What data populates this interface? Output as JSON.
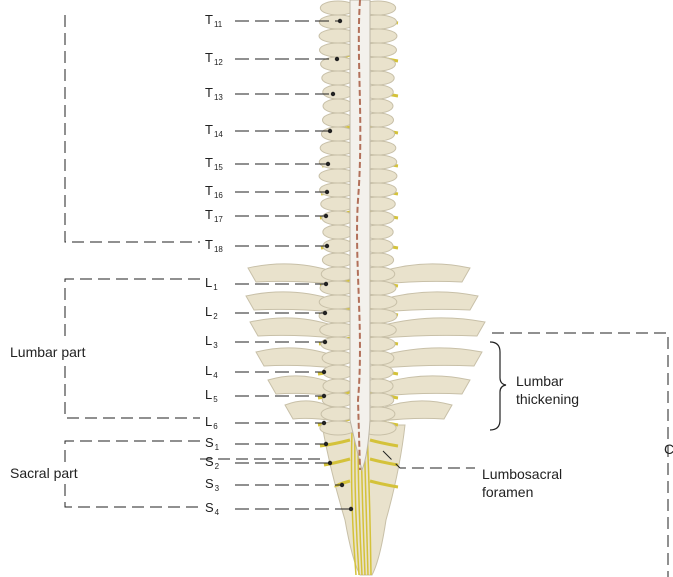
{
  "figure": {
    "vertebra_labels": [
      {
        "id": "T11",
        "letter": "T",
        "num": "11"
      },
      {
        "id": "T12",
        "letter": "T",
        "num": "12"
      },
      {
        "id": "T13",
        "letter": "T",
        "num": "13"
      },
      {
        "id": "T14",
        "letter": "T",
        "num": "14"
      },
      {
        "id": "T15",
        "letter": "T",
        "num": "15"
      },
      {
        "id": "T16",
        "letter": "T",
        "num": "16"
      },
      {
        "id": "T17",
        "letter": "T",
        "num": "17"
      },
      {
        "id": "T18",
        "letter": "T",
        "num": "18"
      },
      {
        "id": "L1",
        "letter": "L",
        "num": "1"
      },
      {
        "id": "L2",
        "letter": "L",
        "num": "2"
      },
      {
        "id": "L3",
        "letter": "L",
        "num": "3"
      },
      {
        "id": "L4",
        "letter": "L",
        "num": "4"
      },
      {
        "id": "L5",
        "letter": "L",
        "num": "5"
      },
      {
        "id": "L6",
        "letter": "L",
        "num": "6"
      },
      {
        "id": "S1",
        "letter": "S",
        "num": "1"
      },
      {
        "id": "S2",
        "letter": "S",
        "num": "2"
      },
      {
        "id": "S3",
        "letter": "S",
        "num": "3"
      },
      {
        "id": "S4",
        "letter": "S",
        "num": "4"
      }
    ],
    "region_labels": {
      "lumbar_part": "Lumbar part",
      "sacral_part": "Sacral part"
    },
    "annotations": {
      "lumbar_thickening_1": "Lumbar",
      "lumbar_thickening_2": "thickening",
      "lumbosacral_foramen_1": "Lumbosacral",
      "lumbosacral_foramen_2": "foramen",
      "cut_off_letter": "C"
    },
    "colors": {
      "bone": "#e9e2cc",
      "bone_shadow": "#c8c0a8",
      "nerve": "#d4c23a",
      "cord": "#f3f1ec",
      "vessel": "#b2705a",
      "leader_line": "#222222"
    }
  }
}
